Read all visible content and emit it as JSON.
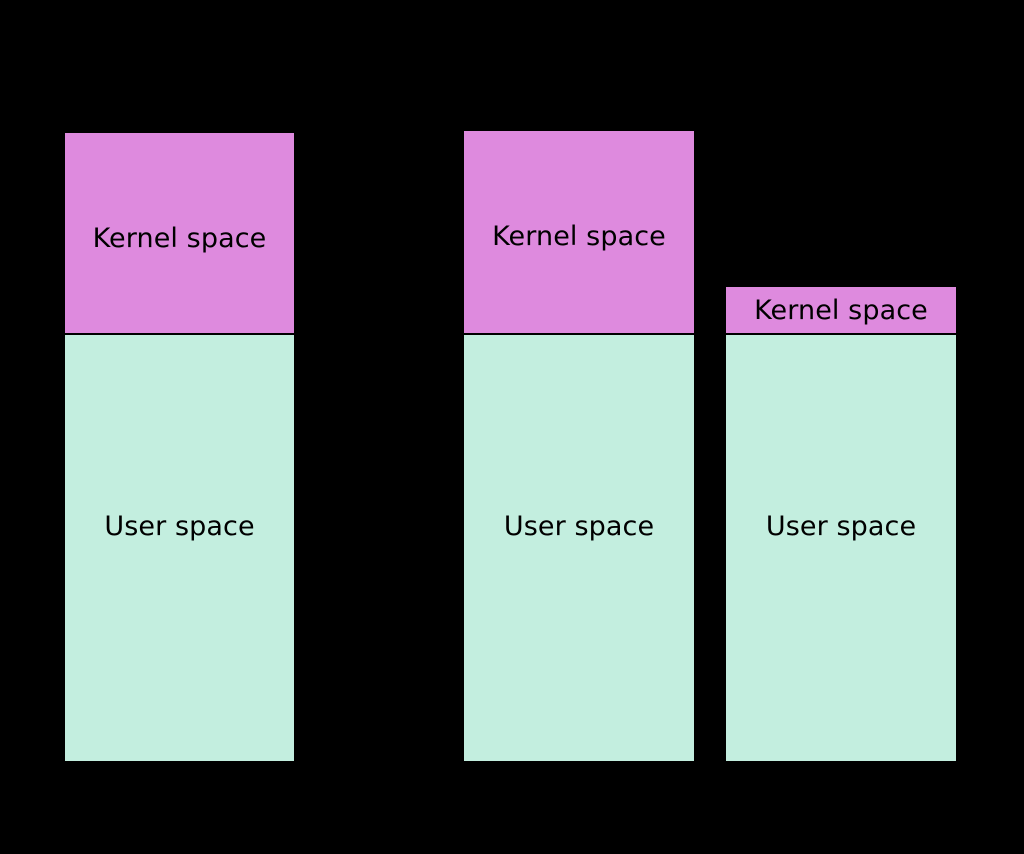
{
  "diagram": {
    "title_visible": false,
    "background_color": "#000000",
    "border_color": "#000000",
    "kernel_color": "#de8ade",
    "user_color": "#c3eedf",
    "text_color": "#000000",
    "columns": [
      {
        "id": "column-1",
        "segments": [
          {
            "id": "kernel",
            "label": "Kernel space",
            "kind": "kernel"
          },
          {
            "id": "user",
            "label": "User space",
            "kind": "user"
          }
        ]
      },
      {
        "id": "column-2",
        "segments": [
          {
            "id": "kernel",
            "label": "Kernel space",
            "kind": "kernel"
          },
          {
            "id": "user",
            "label": "User space",
            "kind": "user"
          }
        ]
      },
      {
        "id": "column-3",
        "segments": [
          {
            "id": "kernel",
            "label": "Kernel space",
            "kind": "kernel"
          },
          {
            "id": "user",
            "label": "User space",
            "kind": "user"
          }
        ]
      }
    ]
  },
  "chart_data": {
    "type": "bar",
    "title": "",
    "xlabel": "",
    "ylabel": "",
    "stacked": true,
    "orientation": "vertical",
    "grid": false,
    "legend": "none",
    "background": "#000000",
    "categories": [
      "column-1",
      "column-2",
      "column-3"
    ],
    "series": [
      {
        "name": "Kernel space",
        "color": "#de8ade",
        "values": [
          202,
          204,
          48
        ]
      },
      {
        "name": "User space",
        "color": "#c3eedf",
        "values": [
          428,
          428,
          428
        ]
      }
    ],
    "notes": "Values are segment heights in pixels; all three columns share a common baseline at the bottom and a common kernel/user boundary."
  }
}
